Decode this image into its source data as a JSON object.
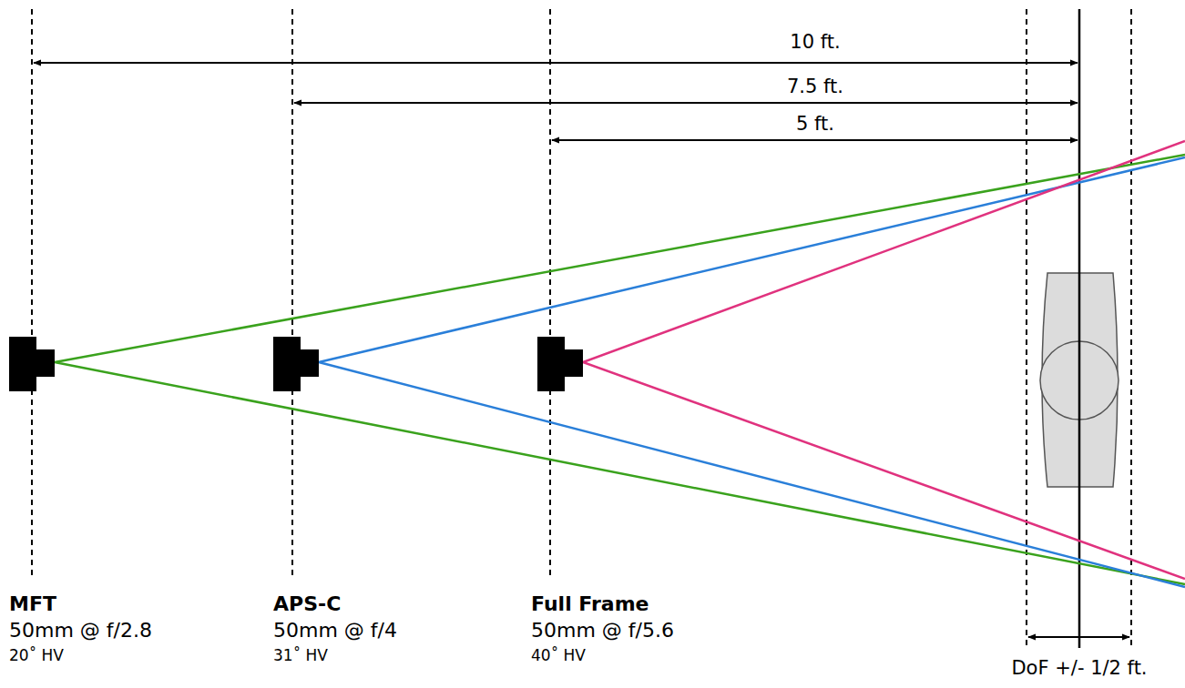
{
  "diagram": {
    "labels": [
      "10 ft.",
      "7.5 ft.",
      "5 ft.",
      "MFT",
      "50mm @ f/2.8",
      "20˚ HV",
      "APS-C",
      "50mm @ f/4",
      "31˚ HV",
      "Full Frame",
      "50mm @ f/5.6",
      "40˚ HV",
      "DoF +/- 1/2 ft."
    ]
  }
}
